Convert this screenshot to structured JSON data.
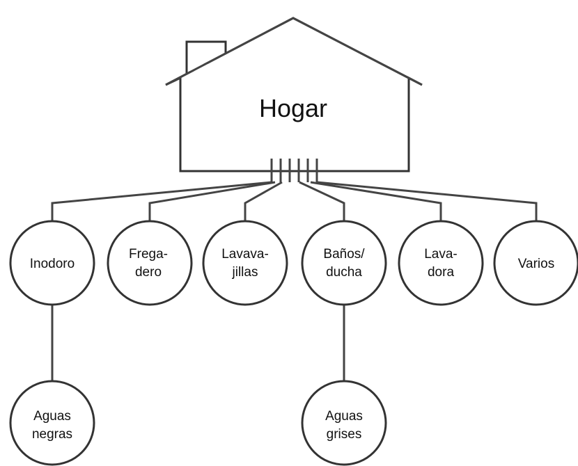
{
  "house": {
    "label": "Hogar"
  },
  "nodes": [
    {
      "id": "inodoro",
      "lines": [
        "Inodoro"
      ]
    },
    {
      "id": "fregadero",
      "lines": [
        "Frega-",
        "dero"
      ]
    },
    {
      "id": "lavavajillas",
      "lines": [
        "Lavava-",
        "jillas"
      ]
    },
    {
      "id": "banos-ducha",
      "lines": [
        "Baños/",
        "ducha"
      ]
    },
    {
      "id": "lavadora",
      "lines": [
        "Lava-",
        "dora"
      ]
    },
    {
      "id": "varios",
      "lines": [
        "Varios"
      ]
    }
  ],
  "outputs": [
    {
      "id": "aguas-negras",
      "from": "inodoro",
      "lines": [
        "Aguas",
        "negras"
      ]
    },
    {
      "id": "aguas-grises",
      "from": "banos-ducha",
      "lines": [
        "Aguas",
        "grises"
      ]
    }
  ],
  "colors": {
    "stroke": "#333333",
    "background": "#ffffff",
    "text": "#111111"
  }
}
